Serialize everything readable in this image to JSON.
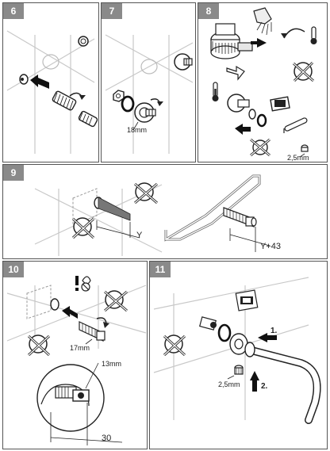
{
  "panels": [
    {
      "step": "6"
    },
    {
      "step": "7",
      "dimension": "18mm"
    },
    {
      "step": "8",
      "dimension": "2,5mm"
    },
    {
      "step": "9",
      "dimension_short": "Y",
      "dimension_long": "Y+43"
    },
    {
      "step": "10",
      "dimension_wrench": "17mm",
      "dimension_hex": "13mm",
      "dimension_depth": "30"
    },
    {
      "step": "11",
      "dimension": "2,5mm",
      "order_1": "1.",
      "order_2": "2."
    }
  ]
}
